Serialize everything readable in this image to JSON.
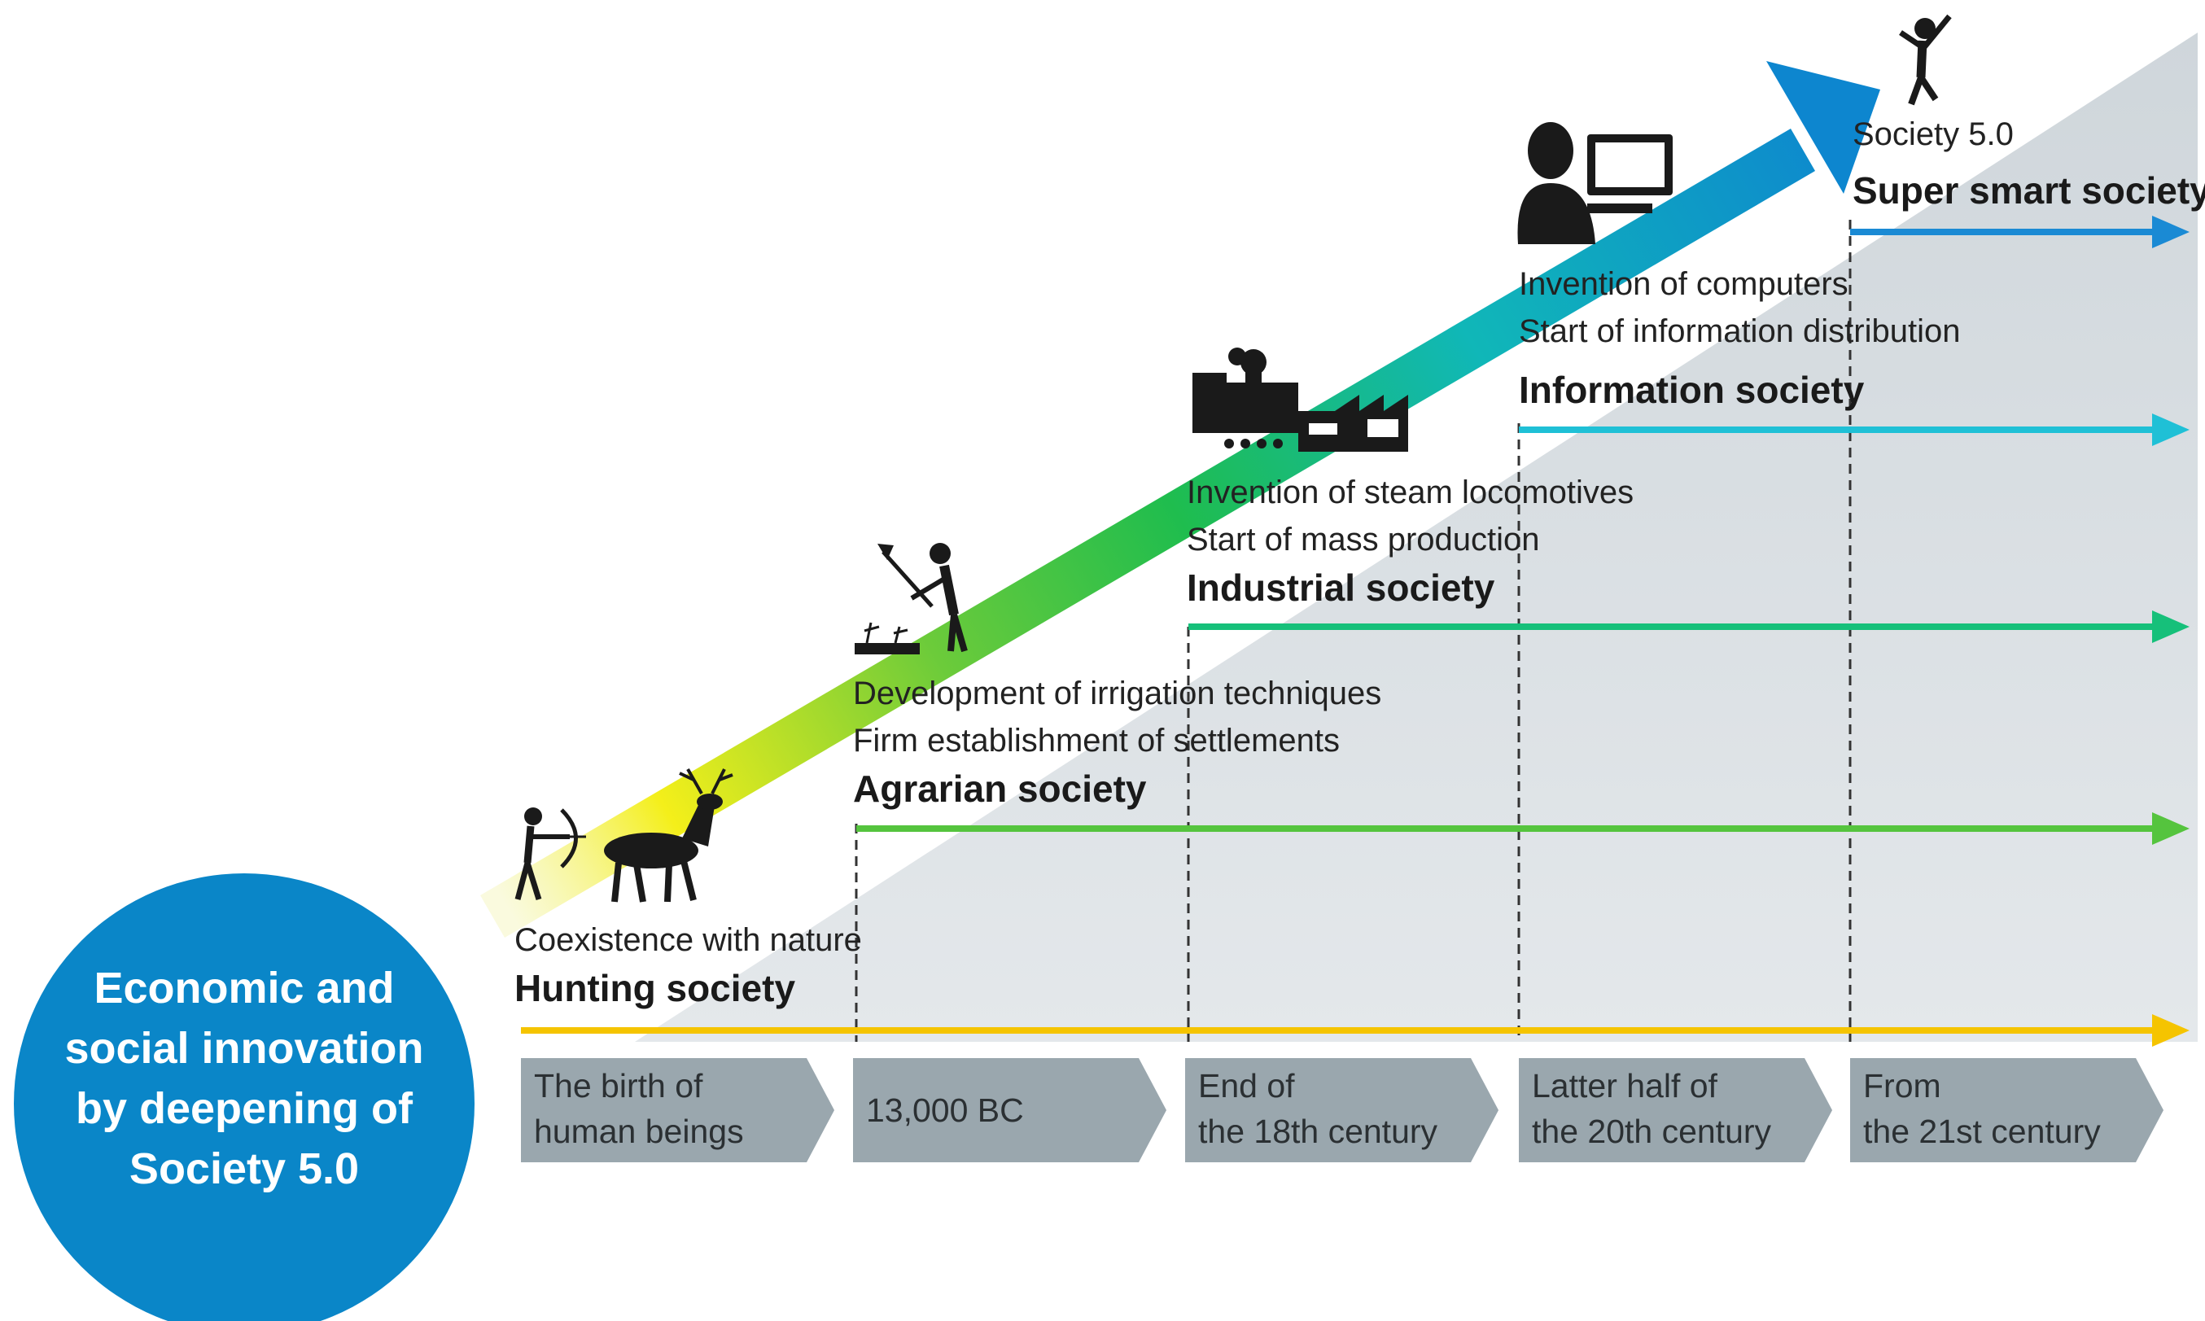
{
  "colors": {
    "circle": "#0a86c8",
    "hunting": "#f5c400",
    "agrarian": "#55c43e",
    "industrial": "#16c07a",
    "information": "#1fc0d6",
    "super_smart": "#1a8ad4",
    "era_box": "#9aa7ae",
    "background_triangle": "#dfe4e8",
    "arrow_start": "#f4ef1a",
    "arrow_mid": "#2fc24a",
    "arrow_end": "#0d8ad0"
  },
  "circle_label": {
    "lines": [
      "Economic and",
      "social innovation",
      "by deepening of",
      "Society 5.0"
    ]
  },
  "stages": [
    {
      "name": "Hunting society",
      "description": [
        "Coexistence with nature"
      ],
      "icon": "hunter-deer-icon",
      "line_color": "#f5c400"
    },
    {
      "name": "Agrarian society",
      "description": [
        "Development of irrigation techniques",
        "Firm establishment of settlements"
      ],
      "icon": "farmer-icon",
      "line_color": "#55c43e"
    },
    {
      "name": "Industrial society",
      "description": [
        "Invention of steam locomotives",
        "Start of mass production"
      ],
      "icon": "factory-train-icon",
      "line_color": "#16c07a"
    },
    {
      "name": "Information society",
      "description": [
        "Invention of computers",
        "Start of information distribution"
      ],
      "icon": "computer-user-icon",
      "line_color": "#1fc0d6"
    },
    {
      "name": "Super smart society",
      "description": [
        "Society 5.0"
      ],
      "icon": "cheering-person-icon",
      "line_color": "#1a8ad4"
    }
  ],
  "eras": [
    {
      "lines": [
        "The birth of",
        "human beings"
      ]
    },
    {
      "lines": [
        "13,000 BC"
      ]
    },
    {
      "lines": [
        "End of",
        "the 18th century"
      ]
    },
    {
      "lines": [
        "Latter half of",
        "the 20th century"
      ]
    },
    {
      "lines": [
        "From",
        "the 21st century"
      ]
    }
  ]
}
